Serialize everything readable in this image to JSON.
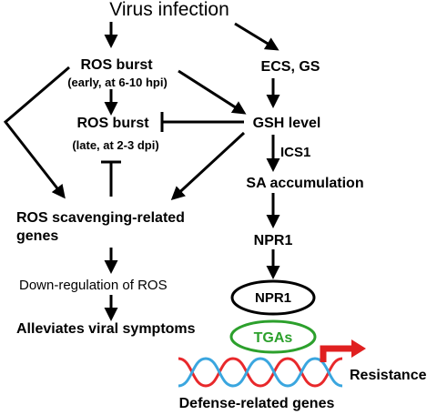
{
  "nodes": {
    "virus_infection": "Virus infection",
    "ros_burst_early": "ROS burst",
    "ros_burst_early_note": "(early, at 6-10 hpi)",
    "ecs_gs": "ECS, GS",
    "ros_burst_late": "ROS burst",
    "ros_burst_late_note": "(late, at 2-3 dpi)",
    "gsh_level": "GSH level",
    "ics1": "ICS1",
    "sa_accumulation": "SA accumulation",
    "ros_scavenging_line1": "ROS scavenging-related",
    "ros_scavenging_line2": "genes",
    "npr1": "NPR1",
    "down_regulation": "Down-regulation of ROS",
    "npr1_protein": "NPR1",
    "alleviates": "Alleviates viral symptoms",
    "tgas": "TGAs",
    "resistance": "Resistance",
    "defense_genes": "Defense-related genes"
  },
  "colors": {
    "tgas_outline": "#2ca02c",
    "tgas_text": "#2ca02c",
    "dna_strand_red": "#e8282b",
    "dna_strand_blue": "#3aa6df",
    "promoter_arrow": "#e02020"
  }
}
